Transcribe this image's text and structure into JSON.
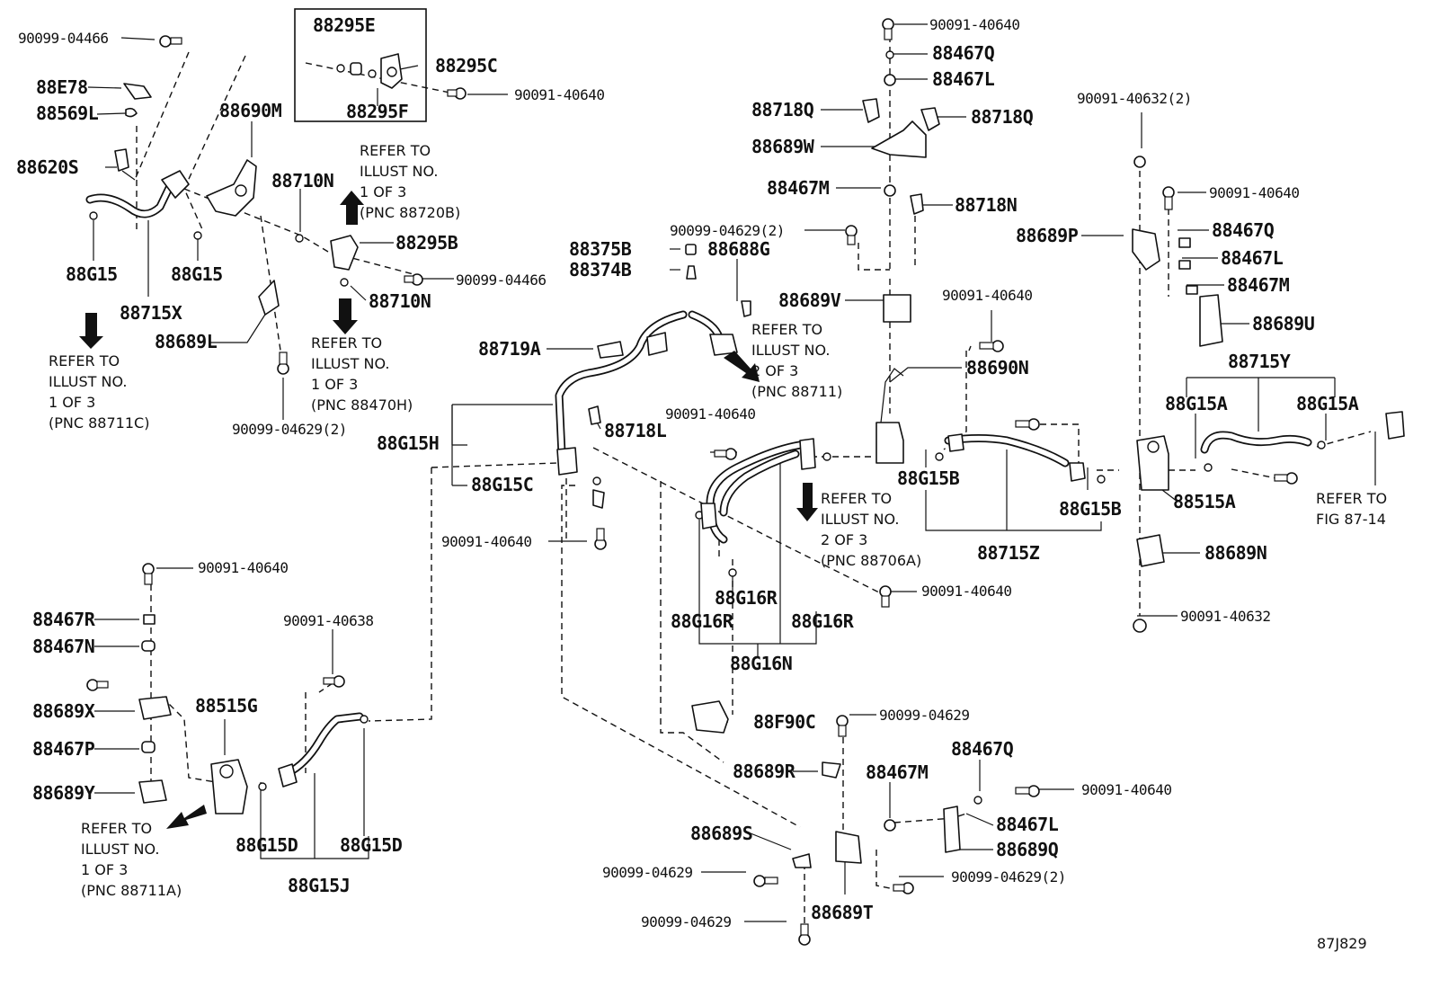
{
  "diagram": {
    "figure_code": "87J829",
    "part_labels": [
      "90099-04466",
      "88E78",
      "88569L",
      "88620S",
      "88G15",
      "88G15",
      "88715X",
      "88689L",
      "88295E",
      "88295C",
      "88295F",
      "90091-40640",
      "88690M",
      "88710N",
      "88295B",
      "90099-04466",
      "88710N",
      "90099-04629(2)",
      "90091-40640",
      "88467Q",
      "88467L",
      "88718Q",
      "88718Q",
      "88689W",
      "88467M",
      "88718N",
      "90099-04629(2)",
      "88375B",
      "88374B",
      "88688G",
      "88689V",
      "88719A",
      "90091-40640",
      "88690N",
      "88718L",
      "88G15H",
      "88G15C",
      "90091-40640",
      "90091-40632(2)",
      "90091-40640",
      "88689P",
      "88467Q",
      "88467L",
      "88467M",
      "88689U",
      "88715Y",
      "88G15A",
      "88G15A",
      "88G15B",
      "88G15B",
      "88515A",
      "88715Z",
      "88689N",
      "90091-40632",
      "90091-40640",
      "88G16R",
      "88G16R",
      "88G16R",
      "88G16N",
      "90091-40640",
      "90091-40640",
      "88467R",
      "88467N",
      "88689X",
      "88515G",
      "88467P",
      "88689Y",
      "90091-40638",
      "88G15D",
      "88G15D",
      "88G15J",
      "88F90C",
      "90099-04629",
      "88689R",
      "88467Q",
      "88467M",
      "90091-40640",
      "88689S",
      "88467L",
      "88689Q",
      "90099-04629",
      "90099-04629(2)",
      "90099-04629",
      "88689T"
    ],
    "notes": {
      "n1": [
        "REFER TO",
        "ILLUST NO.",
        "1 OF 3",
        "(PNC 88711C)"
      ],
      "n2": [
        "REFER TO",
        "ILLUST NO.",
        "1 OF 3",
        "(PNC 88470H)"
      ],
      "n3": [
        "REFER TO",
        "ILLUST NO.",
        "1 OF 3",
        "(PNC 88720B)"
      ],
      "n4": [
        "REFER TO",
        "ILLUST NO.",
        "2 OF 3",
        "(PNC 88711)"
      ],
      "n5": [
        "REFER TO",
        "ILLUST NO.",
        "2 OF 3",
        "(PNC 88706A)"
      ],
      "n6": [
        "REFER TO",
        "FIG 87-14"
      ],
      "n7": [
        "REFER TO",
        "ILLUST NO.",
        "1 OF 3",
        "(PNC 88711A)"
      ]
    }
  }
}
